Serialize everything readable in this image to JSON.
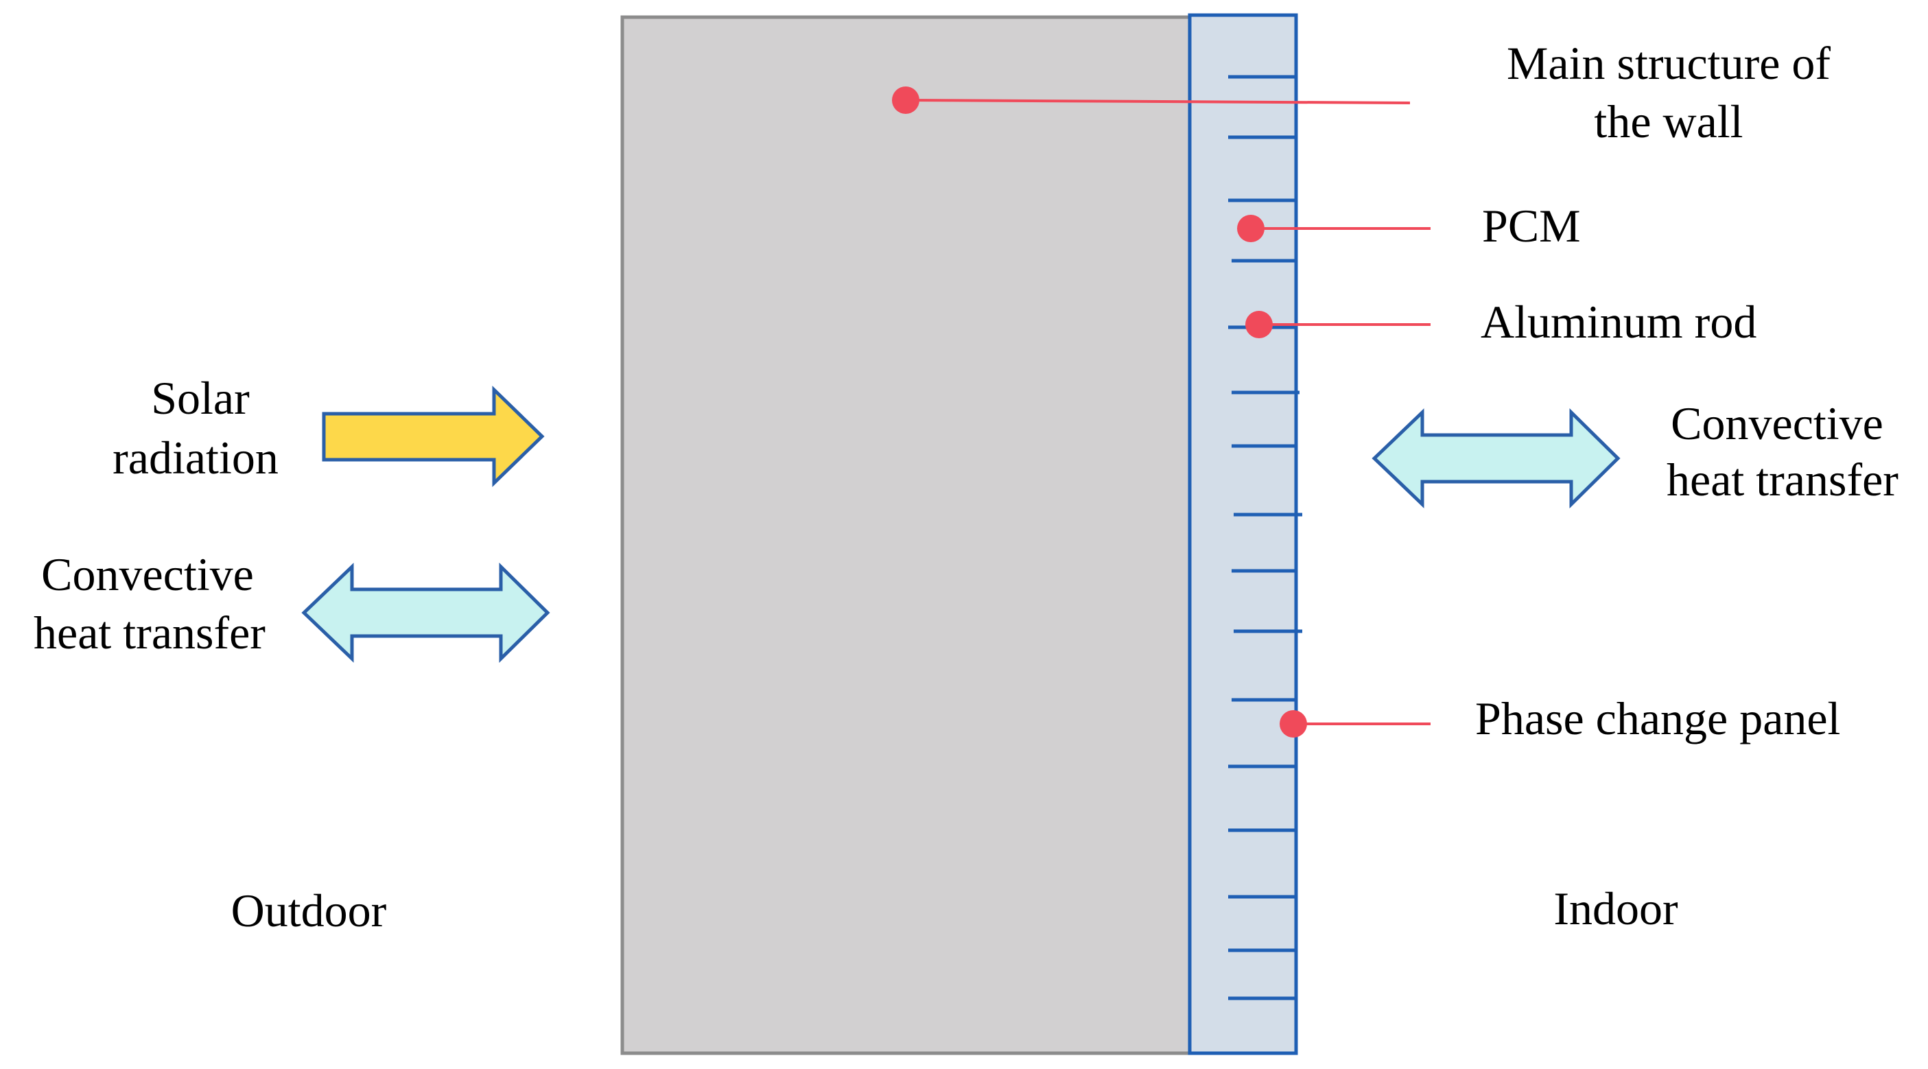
{
  "labels": {
    "main_structure_line1": "Main structure of",
    "main_structure_line2": "the wall",
    "pcm": "PCM",
    "aluminum_rod": "Aluminum rod",
    "solar_line1": "Solar",
    "solar_line2": "radiation",
    "convective_left_line1": "Convective",
    "convective_left_line2": "heat transfer",
    "convective_right_line1": "Convective",
    "convective_right_line2": "heat transfer",
    "phase_change_panel": "Phase change panel",
    "outdoor": "Outdoor",
    "indoor": "Indoor"
  },
  "colors": {
    "wall_fill": "#d2d0d1",
    "wall_stroke": "#8c8c8c",
    "panel_fill": "#d3dde8",
    "panel_stroke": "#1f5fb4",
    "rod": "#1f5fb4",
    "leader": "#f04a5a",
    "solar_arrow_fill": "#fdd84a",
    "solar_arrow_stroke": "#2a5fa8",
    "convective_arrow_fill": "#c8f2f0",
    "convective_arrow_stroke": "#2a5fa8"
  }
}
